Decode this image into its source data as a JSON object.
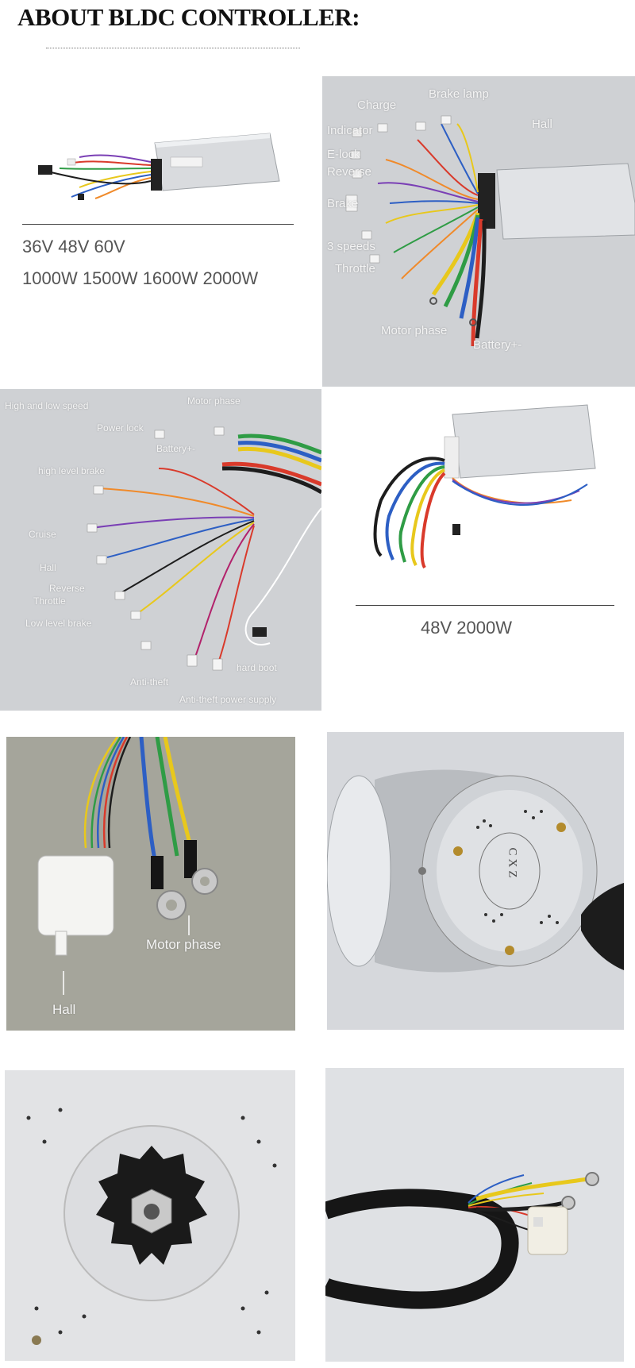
{
  "heading": "ABOUT BLDC CONTROLLER:",
  "panel1": {
    "spec_voltage": "36V 48V 60V",
    "spec_power": "1000W 1500W 1600W 2000W"
  },
  "panel2": {
    "labels": {
      "charge": "Charge",
      "brake_lamp": "Brake lamp",
      "indicator": "Indicator",
      "hall": "Hall",
      "e_lock": "E-lock",
      "reverse": "Reverse",
      "brake": "Brake",
      "three_speeds": "3 speeds",
      "throttle": "Throttle",
      "motor_phase": "Motor phase",
      "battery": "Battery+-"
    }
  },
  "panel3": {
    "labels": {
      "high_low_speed": "High and low speed",
      "motor_phase": "Motor phase",
      "power_lock": "Power lock",
      "battery": "Battery+-",
      "high_level_brake": "high level brake",
      "cruise": "Cruise",
      "hall": "Hall",
      "reverse": "Reverse",
      "throttle": "Throttle",
      "low_level_brake": "Low level brake",
      "hard_boot": "hard boot",
      "anti_theft": "Anti-theft",
      "anti_theft_power": "Anti-theft power supply"
    }
  },
  "panel4": {
    "spec": "48V 2000W"
  },
  "panel5": {
    "labels": {
      "motor_phase": "Motor phase",
      "hall": "Hall"
    }
  },
  "panel6": {
    "motor_text": "CXZ"
  },
  "colors": {
    "panel_gray": "#cfd1d4",
    "aluminum": "#d9dbde",
    "wire_red": "#d93a2b",
    "wire_yellow": "#e8c81c",
    "wire_green": "#2f9c45",
    "wire_blue": "#2d5fc4",
    "wire_black": "#1d1d1d"
  }
}
